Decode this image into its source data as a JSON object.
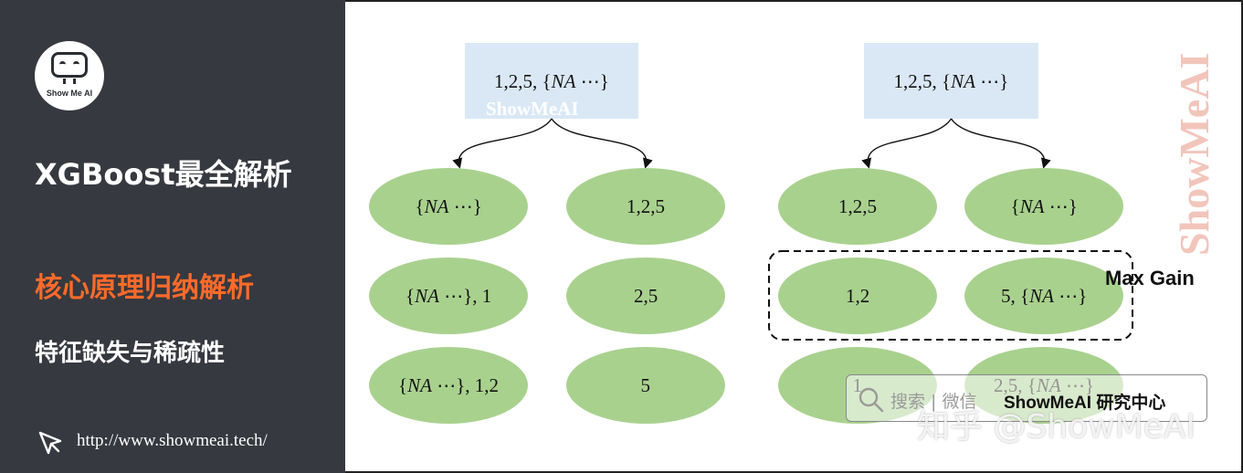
{
  "sidebar": {
    "logo_text": "Show Me AI",
    "title": "XGBoost最全解析",
    "section": "核心原理归纳解析",
    "subtitle": "特征缺失与稀疏性",
    "link": "http://www.showmeai.tech/"
  },
  "colors": {
    "sidebar_bg": "#36393f",
    "accent": "#ff6a2a",
    "node_fill": "#a9d18e",
    "box_fill": "#dae8f5"
  },
  "diagram": {
    "left_tree": {
      "root": "1,2,5, {NA ⋯}",
      "rows": [
        [
          "{NA ⋯}",
          "1,2,5"
        ],
        [
          "{NA ⋯}, 1",
          "2,5"
        ],
        [
          "{NA ⋯}, 1,2",
          "5"
        ]
      ]
    },
    "right_tree": {
      "root": "1,2,5, {NA ⋯}",
      "rows": [
        [
          "1,2,5",
          "{NA ⋯}"
        ],
        [
          "1,2",
          "5, {NA ⋯}"
        ],
        [
          "1",
          "2,5, {NA ⋯}"
        ]
      ]
    },
    "highlight_label": "Max Gain"
  },
  "watermarks": {
    "box": "ShowMeAI",
    "vertical": "ShowMeAI",
    "search_placeholder": "搜索 | 微信",
    "search_brand": "ShowMeAI 研究中心",
    "zhihu": "知乎 @ShowMeAI"
  }
}
